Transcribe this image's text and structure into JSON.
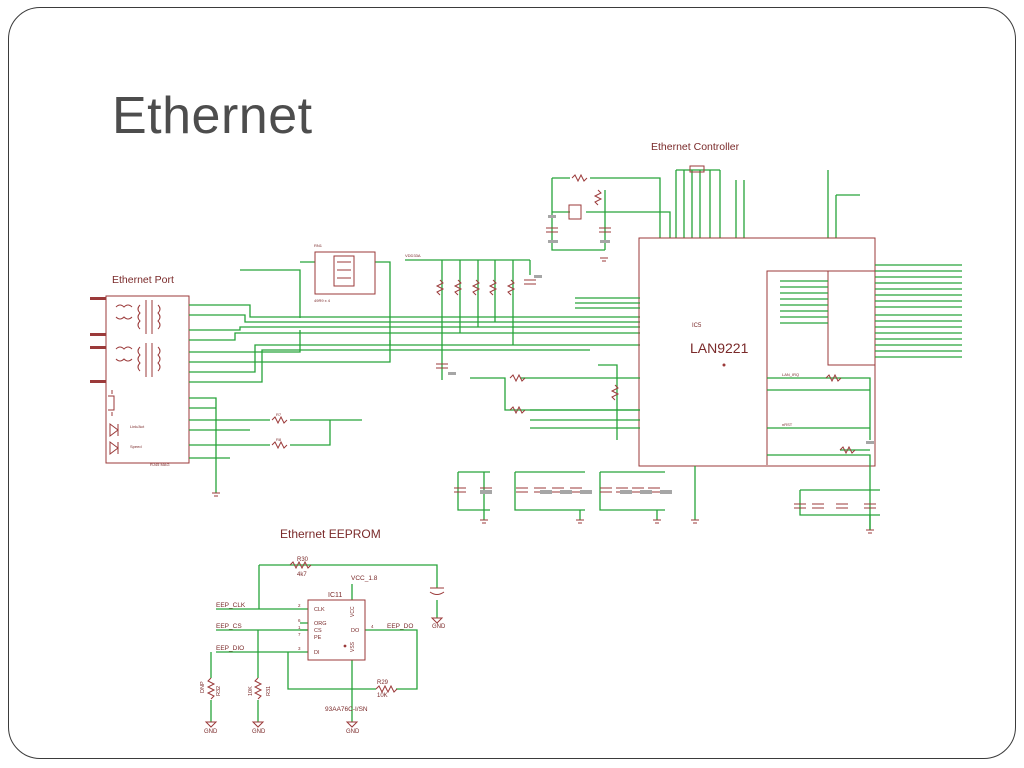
{
  "slide": {
    "title": "Ethernet"
  },
  "sections": {
    "port": "Ethernet Port",
    "controller": "Ethernet Controller",
    "eeprom": "Ethernet EEPROM"
  },
  "controller_chip": {
    "ref": "IC5",
    "name": "LAN9221"
  },
  "eeprom": {
    "ic_ref": "IC11",
    "part": "93AA76C-I/SN",
    "supply": "VCC_1.8",
    "pins_left": [
      "CLK",
      "ORG",
      "CS",
      "PE",
      "DI"
    ],
    "pins_right": [
      "DO"
    ],
    "pin_numbers_left": [
      "2",
      "6",
      "1",
      "7",
      "3"
    ],
    "pin_number_right": "4",
    "vcc_pin": "VCC",
    "vss_pin": "VSS",
    "nets": [
      "EEP_CLK",
      "EEP_CS",
      "EEP_DIO",
      "EEP_DO"
    ],
    "r30": {
      "ref": "R30",
      "value": "4k7"
    },
    "r29": {
      "ref": "R29",
      "value": "10K"
    },
    "r31": {
      "ref": "R31",
      "value": "10K"
    },
    "r32": {
      "ref": "R32",
      "value": "DNP"
    },
    "gnd": "GND"
  },
  "colors": {
    "wire": "#27a33a",
    "part": "#9b3a3a",
    "title": "#4d4d4d",
    "frame": "#3b3b3b"
  }
}
